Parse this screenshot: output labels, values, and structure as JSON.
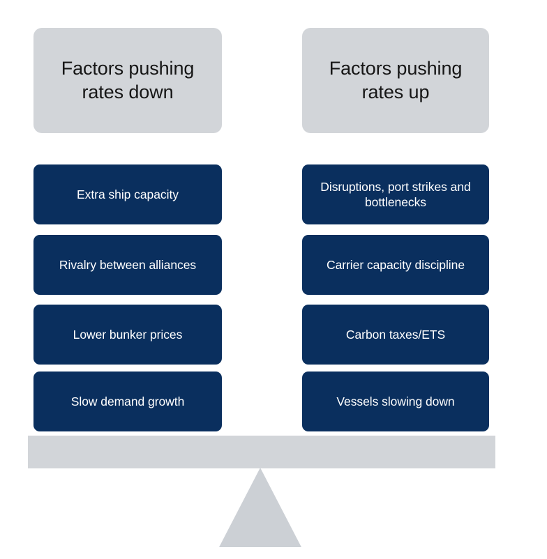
{
  "diagram": {
    "type": "balance-scale",
    "columns": [
      {
        "id": "down",
        "header": "Factors pushing rates down",
        "header_line_1": "Factors pushing",
        "header_line_2": "rates down",
        "factors": [
          "Extra ship capacity",
          "Rivalry between alliances",
          "Lower bunker prices",
          "Slow demand growth"
        ]
      },
      {
        "id": "up",
        "header": "Factors pushing rates up",
        "header_line_1": "Factors pushing",
        "header_line_2": "rates up",
        "factors": [
          "Disruptions, port strikes and bottlenecks",
          "Carrier capacity discipline",
          "Carbon taxes/ETS",
          "Vessels slowing down"
        ]
      }
    ],
    "colors": {
      "header_fill": "#d2d5d9",
      "header_text": "#161616",
      "card_fill": "#0a2f5e",
      "card_text": "#ffffff",
      "beam_fill": "#d2d5d9",
      "fulcrum_fill": "#ccd0d5",
      "background": "#ffffff"
    }
  }
}
